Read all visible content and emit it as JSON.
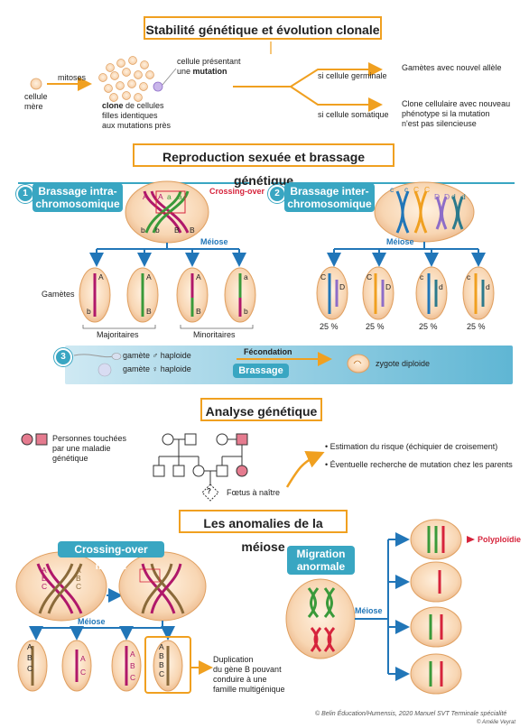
{
  "sections": {
    "s1_title": "Stabilité génétique et évolution clonale",
    "s2_title": "Reproduction sexuée et brassage génétique",
    "s3_title": "Analyse génétique",
    "s4_title": "Les anomalies de la méiose"
  },
  "clonal": {
    "mother_cell": "cellule\nmère",
    "mitoses": "mitoses",
    "clone_bold": "clone",
    "clone_rest": " de cellules\nfilles identiques\naux mutations près",
    "mutation_prefix": "cellule présentant\nune ",
    "mutation_bold": "mutation",
    "germinal": "si cellule germinale",
    "somatic": "si cellule somatique",
    "gametes_allele": "Gamètes avec nouvel allèle",
    "clone_pheno": "Clone cellulaire avec nouveau\nphénotype si la mutation\nn'est pas silencieuse"
  },
  "brassage": {
    "num1": "1",
    "num2": "2",
    "num3": "3",
    "intra": "Brassage intra-\nchromosomique",
    "inter": "Brassage inter-\nchromosomique",
    "crossing_over": "Crossing-over",
    "meiose": "Méiose",
    "gametes": "Gamètes",
    "majoritaires": "Majoritaires",
    "minoritaires": "Minoritaires",
    "pct": "25 %",
    "gamete_m": "gamète ♂  haploide",
    "gamete_f": "gamète ♀  haploide",
    "fecondation": "Fécondation",
    "brassage_label": "Brassage",
    "zygote": "zygote diploide",
    "letters": {
      "A": "A",
      "a": "a",
      "B": "B",
      "b": "b",
      "C": "C",
      "c": "c",
      "D": "D",
      "d": "d"
    }
  },
  "analyse": {
    "legend": "Personnes touchées\npar une maladie\ngénétique",
    "foetus": "Fœtus à naître",
    "q": "?",
    "bullet1": "Estimation du risque (échiquier de croisement)",
    "bullet2": "Éventuelle recherche de mutation chez les parents"
  },
  "anomalies": {
    "crossing_inegal": "Crossing-over inégal",
    "migration": "Migration\nanormale",
    "meiose": "Méiose",
    "polyploidie": "Polyploïdie",
    "duplication": "Duplication\ndu gène B pouvant\nconduire à une\nfamille multigénique"
  },
  "credit": "© Belin Éducation/Humensis, 2020 Manuel SVT Terminale spécialité",
  "credit2": "© Amélie Veyrat",
  "colors": {
    "orange": "#f0a020",
    "teal": "#39a6c2",
    "blue": "#2176b8",
    "cell": "#f7d4b0",
    "magenta": "#b0186a",
    "green": "#3a9a3a",
    "red": "#d6243c"
  }
}
